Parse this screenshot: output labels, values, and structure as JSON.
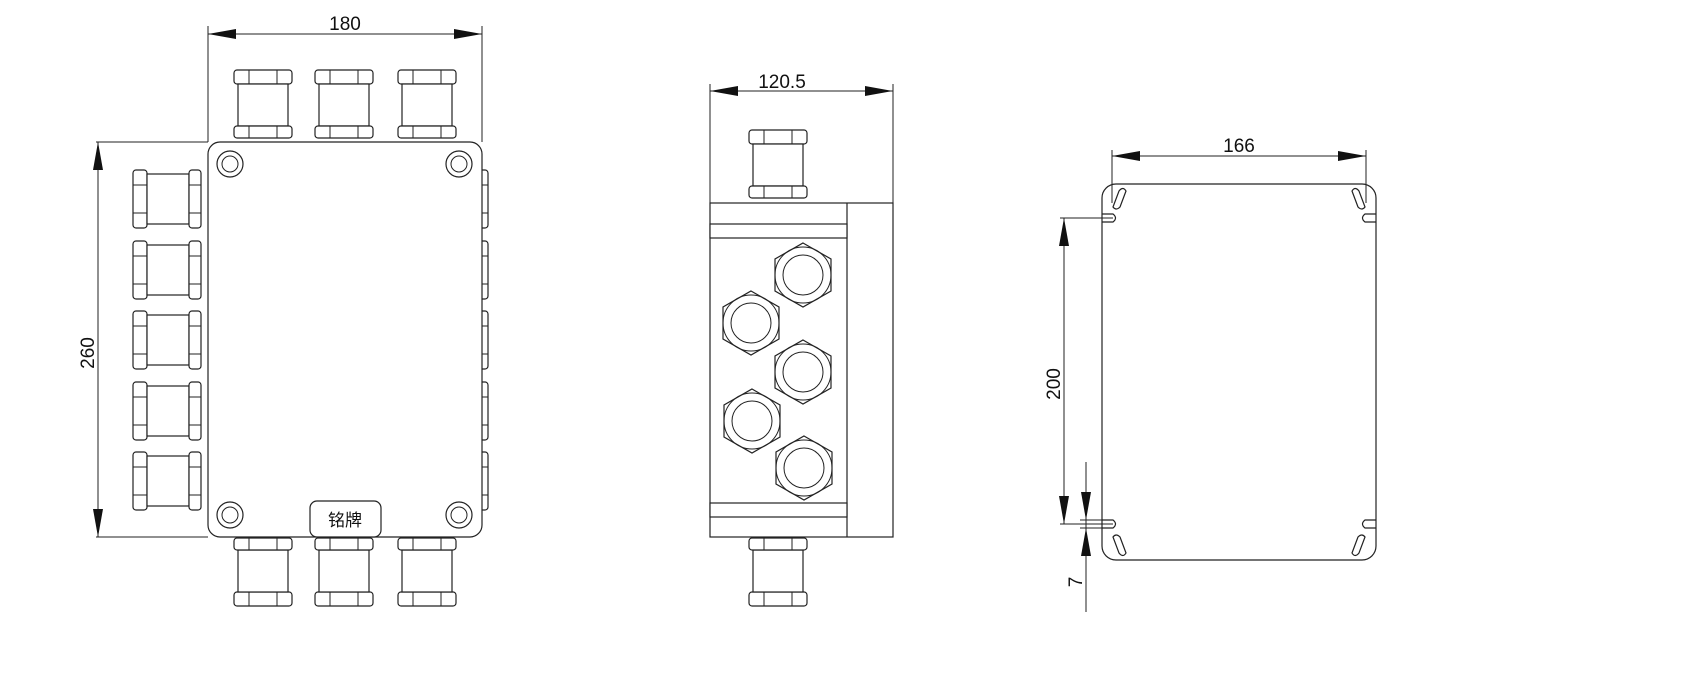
{
  "front_view": {
    "dim_width": "180",
    "dim_height": "260",
    "nameplate": "铭牌"
  },
  "side_view": {
    "dim_depth": "120.5"
  },
  "mounting_view": {
    "dim_width": "166",
    "dim_height": "200",
    "dim_slot": "7"
  }
}
